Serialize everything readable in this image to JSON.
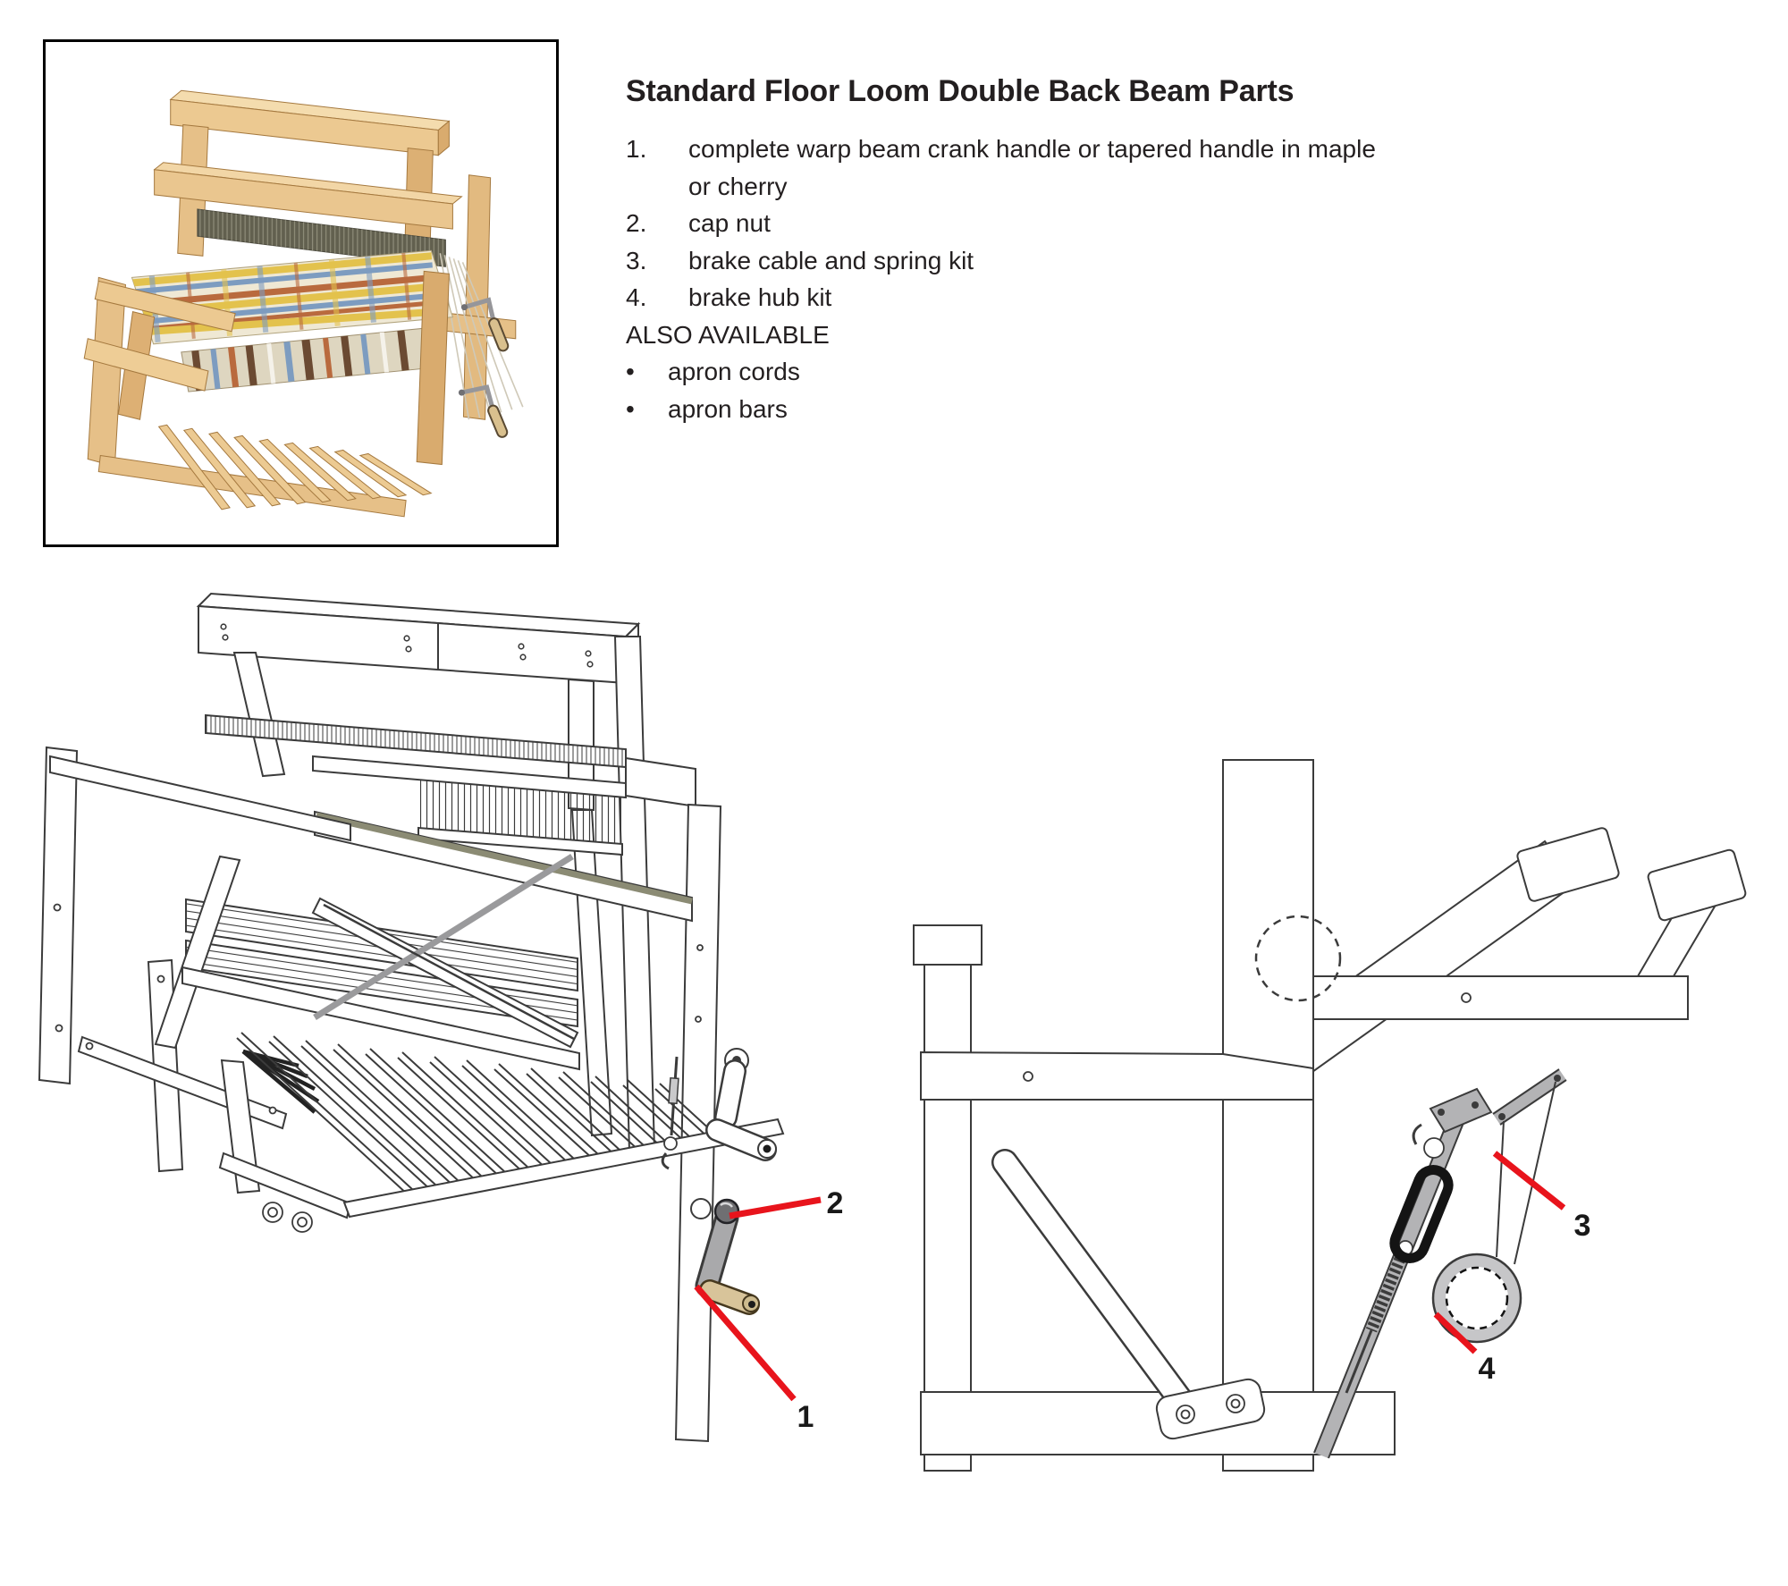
{
  "parts_list": {
    "title": "Standard Floor Loom Double Back Beam Parts",
    "items": [
      {
        "num": "1.",
        "lines": [
          "complete warp beam crank handle or tapered handle in maple",
          "or cherry"
        ]
      },
      {
        "num": "2.",
        "lines": [
          "cap nut"
        ]
      },
      {
        "num": "3.",
        "lines": [
          "brake cable and spring kit"
        ]
      },
      {
        "num": "4.",
        "lines": [
          "brake hub kit"
        ]
      }
    ],
    "also_available": "ALSO AVAILABLE",
    "bullet_char": "•",
    "also_items": [
      "apron cords",
      "apron bars"
    ]
  },
  "callout_labels": [
    "1",
    "2",
    "3",
    "4"
  ],
  "colors": {
    "callout_red": "#e8141c",
    "diagram_line": "#3b3b3b",
    "metal_gray": "#b3b3b5",
    "wood_light": "#ecc991",
    "wood_mid": "#e0b276",
    "cloth_cream": "#efe8d4",
    "cloth_yellow": "#e3c24d",
    "cloth_blue": "#7d9cc0",
    "cloth_rust": "#b96a3e",
    "cloth_brown": "#6b4a32",
    "stripe_olive": "#8b8b74"
  }
}
